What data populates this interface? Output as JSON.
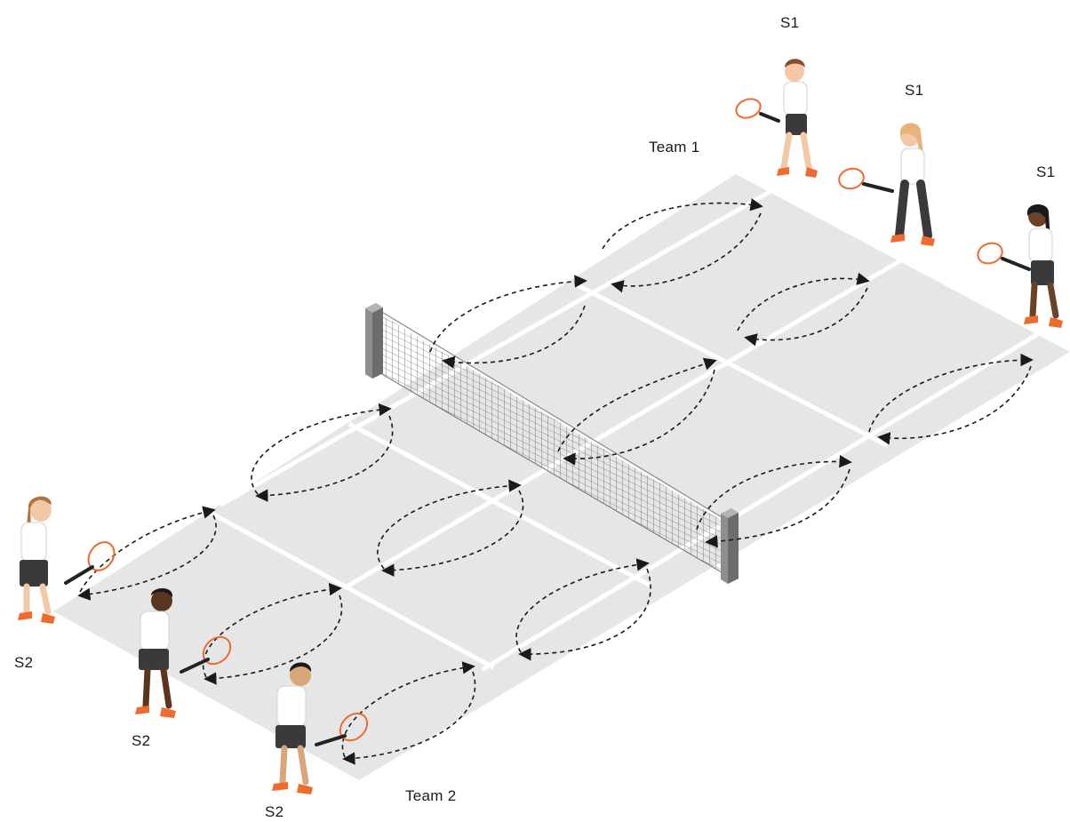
{
  "labels": {
    "team1": "Team 1",
    "team2": "Team 2",
    "s1": "S1",
    "s2": "S2"
  },
  "players": {
    "team1": [
      {
        "label": "S1",
        "hair": "brown",
        "skin": "light"
      },
      {
        "label": "S1",
        "hair": "blonde",
        "skin": "light"
      },
      {
        "label": "S1",
        "hair": "black",
        "skin": "dark"
      }
    ],
    "team2": [
      {
        "label": "S2",
        "hair": "brown",
        "skin": "light"
      },
      {
        "label": "S2",
        "hair": "black",
        "skin": "dark"
      },
      {
        "label": "S2",
        "hair": "black",
        "skin": "tan"
      }
    ]
  },
  "colors": {
    "court": "#e6e6e7",
    "lines": "#ffffff",
    "arrows": "#1a1a1a",
    "net_post": "#8e8e90",
    "racket": "#ef6a2d",
    "shoes": "#ef6a2d",
    "shirt": "#ffffff",
    "shorts": "#3a3a3c"
  },
  "icons": [
    "net",
    "tennis-racket",
    "rally-arrow"
  ]
}
